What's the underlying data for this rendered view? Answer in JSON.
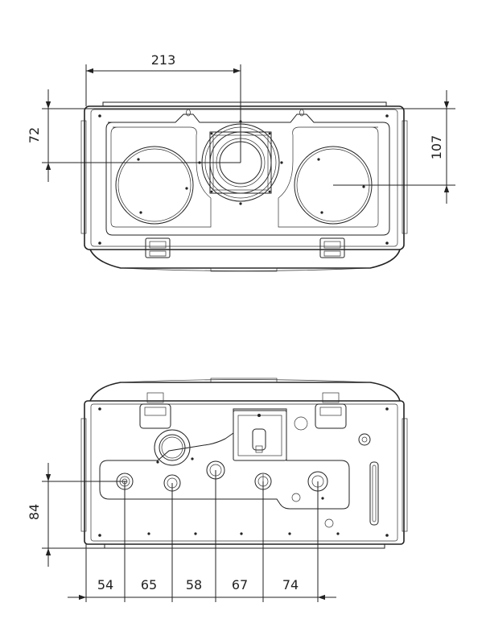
{
  "top_view": {
    "dim_width": "213",
    "dim_left_height": "72",
    "dim_right_height": "107"
  },
  "bottom_view": {
    "dim_height": "84",
    "spacings": [
      "54",
      "65",
      "58",
      "67",
      "74"
    ]
  }
}
